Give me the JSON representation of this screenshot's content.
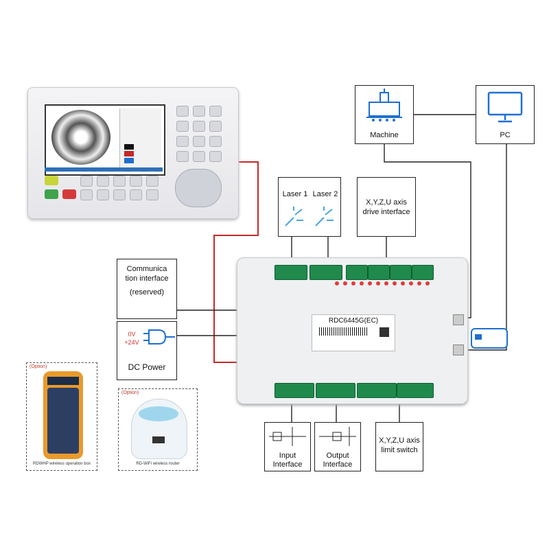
{
  "boxes": {
    "machine": "Machine",
    "pc": "PC",
    "laser1": "Laser 1",
    "laser2": "Laser 2",
    "axis_drive_line1": "X,Y,Z,U axis",
    "axis_drive_line2": "drive interface",
    "comm_line1": "Communica",
    "comm_line2": "tion interface",
    "comm_line3": "(reserved)",
    "power_0v": "0V",
    "power_24v": "+24V",
    "power_label": "DC Power",
    "input_line1": "Input",
    "input_line2": "Interface",
    "output_line1": "Output",
    "output_line2": "Interface",
    "limit_line1": "X,Y,Z,U axis",
    "limit_line2": "limit switch"
  },
  "controller": {
    "model": "RDC6445G(EC)"
  },
  "options": {
    "remote_tag": "(Option)",
    "remote_caption": "RDWHP wireless operation box",
    "router_tag": "(Option)",
    "router_caption": "RD-WiFi wireless router"
  },
  "colors": {
    "wire": "#222222",
    "red_wire": "#c62828",
    "terminal_green": "#1f8a4c",
    "power_blue": "#1e6fd0",
    "power_red": "#d32f2f"
  }
}
